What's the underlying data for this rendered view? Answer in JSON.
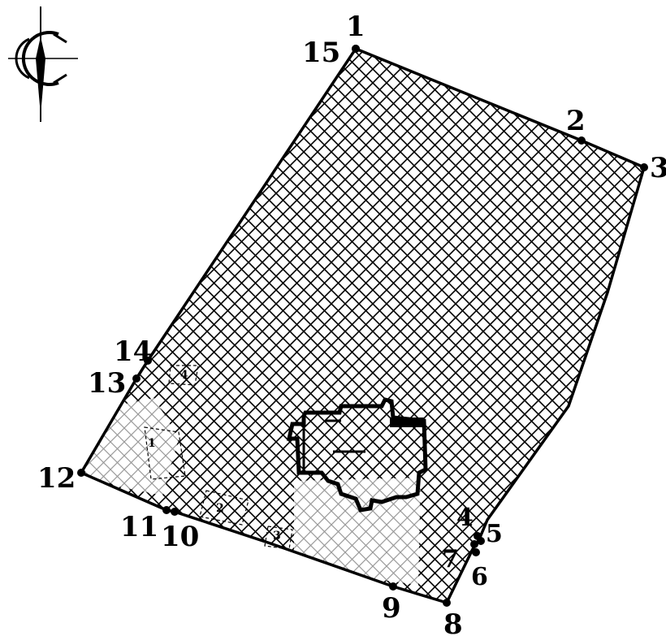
{
  "compass": {
    "icon": "north-arrow-icon",
    "letter": "С"
  },
  "parcel": {
    "hatch_color": "#000000",
    "points": [
      {
        "label": "1"
      },
      {
        "label": "2"
      },
      {
        "label": "3"
      },
      {
        "label": "4"
      },
      {
        "label": "5"
      },
      {
        "label": "6"
      },
      {
        "label": "7"
      },
      {
        "label": "8"
      },
      {
        "label": "9"
      },
      {
        "label": "10"
      },
      {
        "label": "11"
      },
      {
        "label": "12"
      },
      {
        "label": "13"
      },
      {
        "label": "14"
      },
      {
        "label": "15"
      }
    ]
  },
  "buildings": [
    {
      "label": "1"
    },
    {
      "label": "2"
    },
    {
      "label": "3"
    },
    {
      "label": "4"
    }
  ]
}
